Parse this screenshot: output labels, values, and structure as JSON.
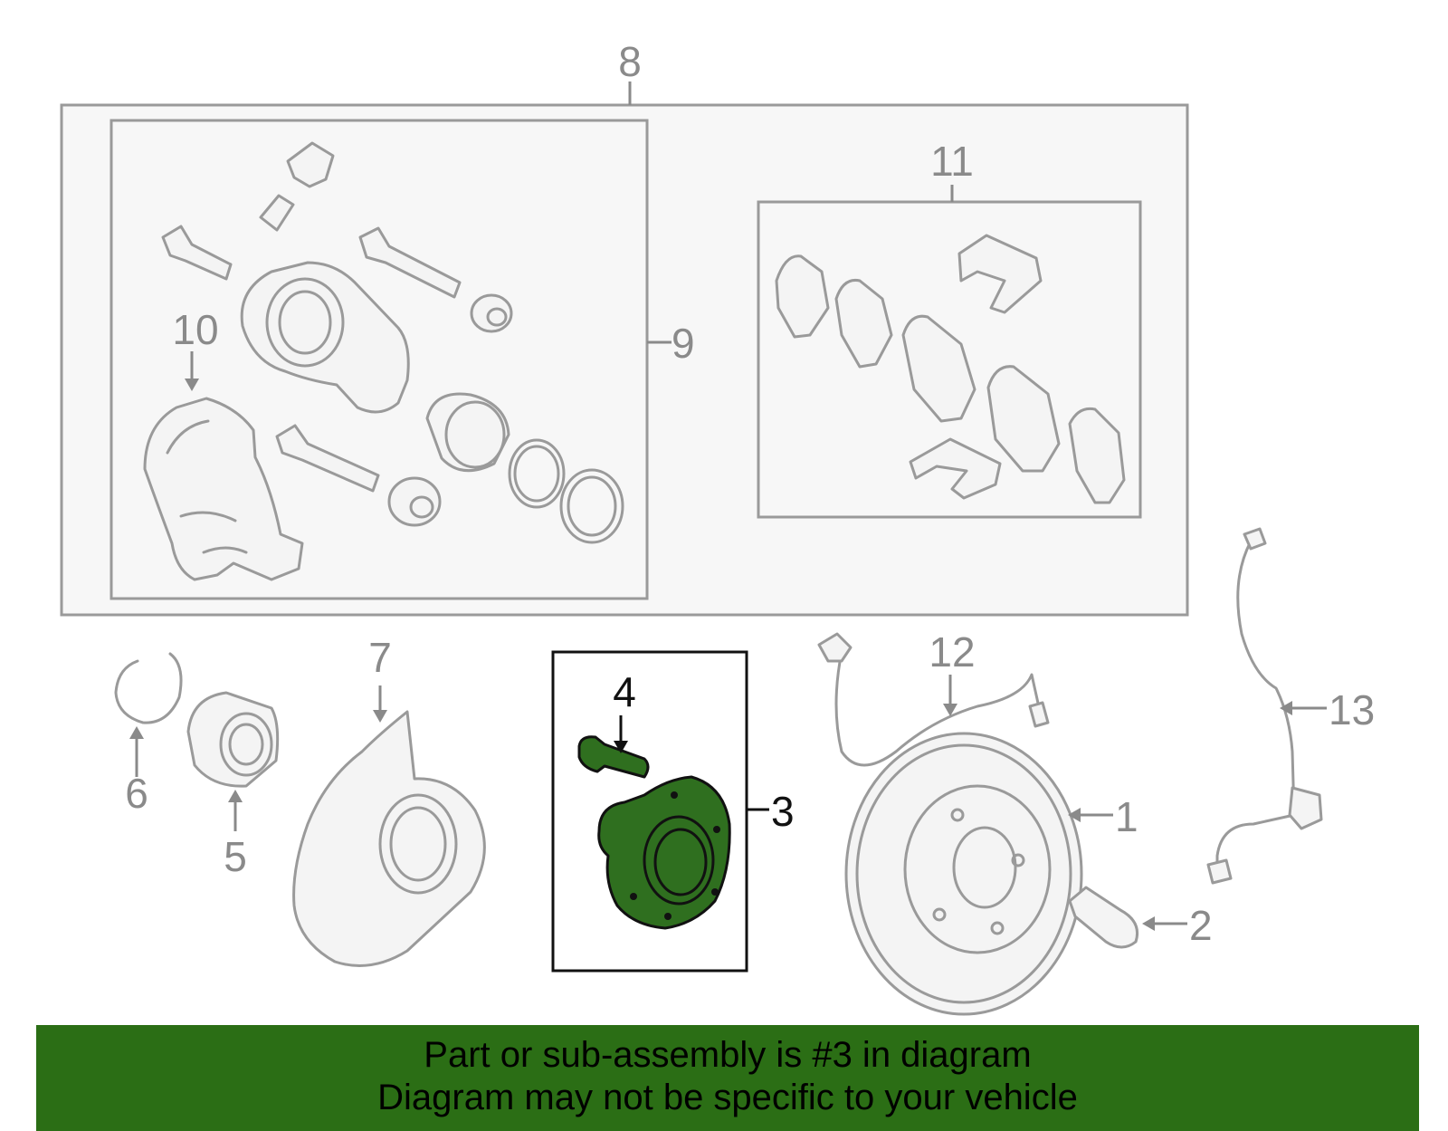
{
  "colors": {
    "banner_bg": "#2b6e15",
    "highlight_part": "#2f6f1f",
    "callout_gray": "#8a8a8a",
    "callout_black": "#111111"
  },
  "callouts": {
    "c1": "1",
    "c2": "2",
    "c3": "3",
    "c4": "4",
    "c5": "5",
    "c6": "6",
    "c7": "7",
    "c8": "8",
    "c9": "9",
    "c10": "10",
    "c11": "11",
    "c12": "12",
    "c13": "13"
  },
  "highlighted_part": "3",
  "banner": {
    "line1": "Part or sub-assembly is #3 in diagram",
    "line2": "Diagram may not be specific to your vehicle"
  }
}
